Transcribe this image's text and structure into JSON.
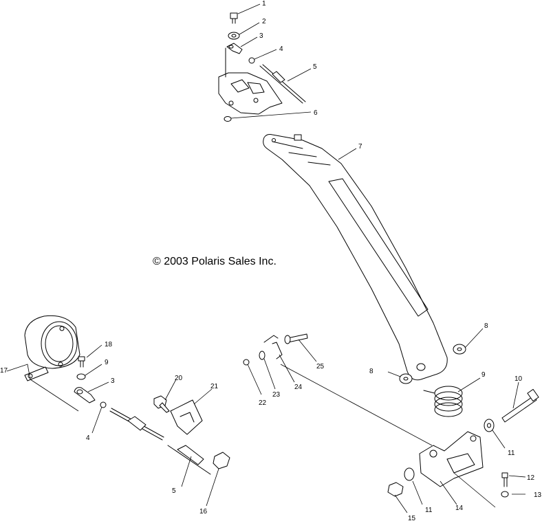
{
  "diagram": {
    "copyright": "© 2003 Polaris Sales Inc.",
    "callouts": [
      "1",
      "2",
      "3",
      "4",
      "5",
      "6",
      "7",
      "8",
      "8",
      "9",
      "10",
      "11",
      "11",
      "12",
      "13",
      "14",
      "15",
      "16",
      "17",
      "18",
      "9",
      "3",
      "4",
      "20",
      "21",
      "22",
      "23",
      "24",
      "25",
      "5"
    ]
  }
}
